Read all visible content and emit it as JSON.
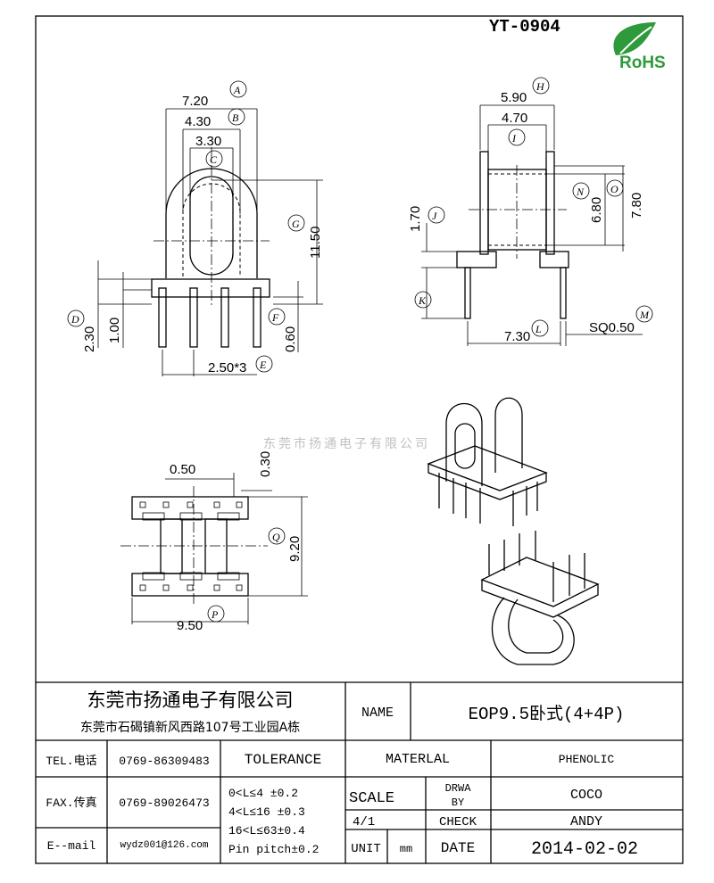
{
  "drawing_number": "YT-0904",
  "rohs_logo": "RoHS",
  "watermark": "东莞市扬通电子有限公司",
  "front_view": {
    "dims": [
      {
        "value": "7.20",
        "ref": "A"
      },
      {
        "value": "4.30",
        "ref": "B"
      },
      {
        "value": "3.30",
        "ref": "C"
      },
      {
        "value": "2.30",
        "ref": "D"
      },
      {
        "value": "2.50*3",
        "ref": "E"
      },
      {
        "value": "0.60",
        "ref": "F"
      },
      {
        "value": "11.50",
        "ref": "G"
      },
      {
        "value": "1.00",
        "ref": ""
      }
    ]
  },
  "side_view": {
    "dims": [
      {
        "value": "5.90",
        "ref": "H"
      },
      {
        "value": "4.70",
        "ref": "I"
      },
      {
        "value": "1.70",
        "ref": "J"
      },
      {
        "value": "",
        "ref": "K"
      },
      {
        "value": "7.30",
        "ref": "L"
      },
      {
        "value": "SQ0.50",
        "ref": "M"
      },
      {
        "value": "6.80",
        "ref": "N"
      },
      {
        "value": "7.80",
        "ref": "O"
      }
    ]
  },
  "bottom_view": {
    "dims": [
      {
        "value": "0.50",
        "ref": ""
      },
      {
        "value": "0.30",
        "ref": ""
      },
      {
        "value": "9.20",
        "ref": "Q"
      },
      {
        "value": "9.50",
        "ref": "P"
      }
    ]
  },
  "title_block": {
    "company": "东莞市扬通电子有限公司",
    "address": "东莞市石碣镇新风西路107号工业园A栋",
    "name_label": "NAME",
    "name_value": "EOP9.5卧式(4+4P)",
    "tel_label": "TEL.电话",
    "tel_value": "0769-86309483",
    "fax_label": "FAX.传真",
    "fax_value": "0769-89026473",
    "email_label": "E--mail",
    "email_value": "wydz001@126.com",
    "tolerance_label": "TOLERANCE",
    "tolerances": [
      "0<L≤4   ±0.2",
      "4<L≤16  ±0.3",
      "16<L≤63±0.4",
      "Pin pitch±0.2"
    ],
    "material_label": "MATERLAL",
    "material_value": "PHENOLIC",
    "scale_label": "SCALE",
    "scale_value": "4/1",
    "drawn_by_label_1": "DRWA",
    "drawn_by_label_2": "BY",
    "drawn_by_value": "COCO",
    "check_label": "CHECK",
    "check_value": "ANDY",
    "unit_label": "UNIT",
    "unit_value": "mm",
    "date_label": "DATE",
    "date_value": "2014-02-02"
  }
}
